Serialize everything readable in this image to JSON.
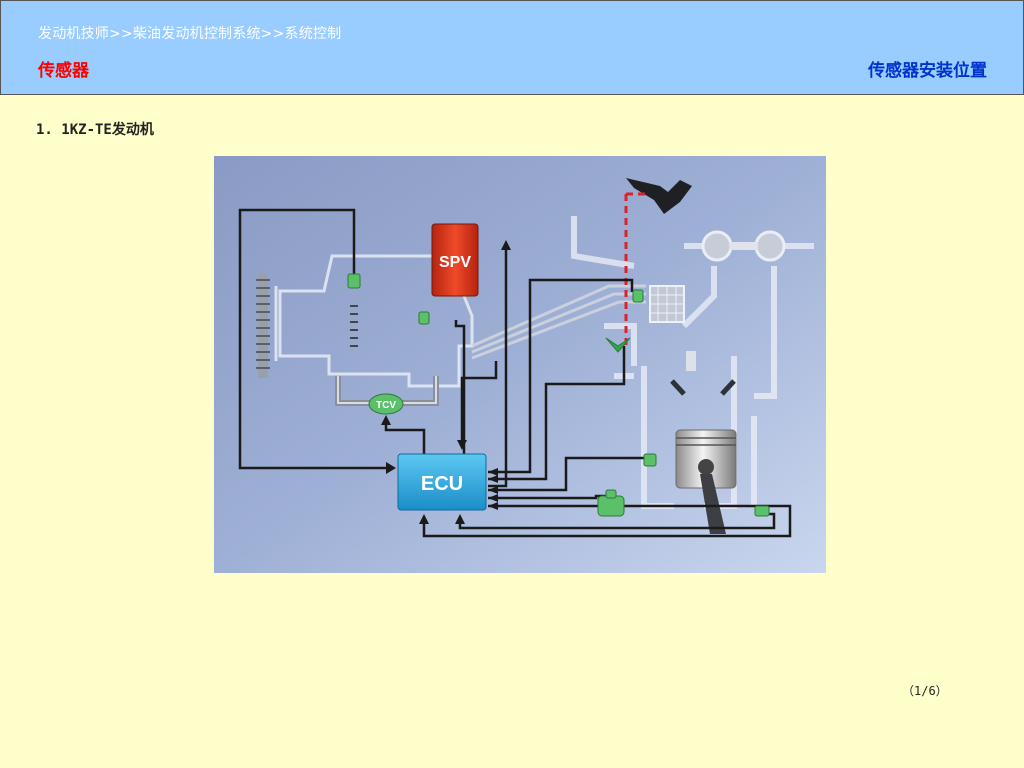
{
  "header": {
    "breadcrumb": "发动机技师>>柴油发动机控制系统>>系统控制",
    "section_title": "传感器",
    "location_link": "传感器安装位置",
    "background_color": "#99ccff",
    "section_title_color": "#ff0000",
    "location_link_color": "#0033cc"
  },
  "content": {
    "item_heading": "1. 1KZ-TE发动机",
    "diagram_labels": {
      "spv": "SPV",
      "tcv": "TCV",
      "ecu": "ECU"
    }
  },
  "footer": {
    "page_indicator": "（1/6）"
  },
  "colors": {
    "page_background": "#ffffcc",
    "ecu_blue": "#29a8e0",
    "spv_red": "#e03a1e",
    "sensor_green": "#5cbf6a"
  }
}
